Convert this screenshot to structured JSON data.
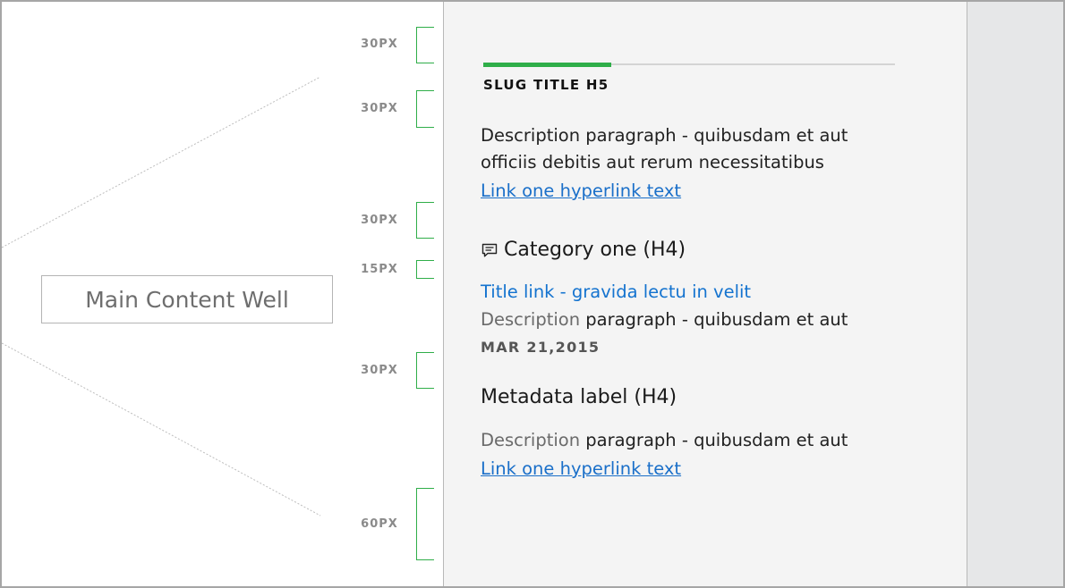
{
  "main_well": {
    "label": "Main Content Well"
  },
  "spacing": [
    "30PX",
    "30PX",
    "30PX",
    "15PX",
    "30PX",
    "60PX"
  ],
  "colors": {
    "accent_green": "#2fae49",
    "link_blue": "#1a6fc9",
    "panel_bg": "#f4f4f4",
    "rail_bg": "#e6e7e8"
  },
  "sidebar": {
    "slug_title": "SLUG TITLE H5",
    "intro": {
      "line1": "Description paragraph - quibusdam et aut",
      "line2": "officiis debitis aut rerum necessitatibus",
      "link": "Link one hyperlink text"
    },
    "category": {
      "icon": "comment-icon",
      "heading": "Category one (H4)",
      "title_link": "Title link - gravida lectu in velit",
      "desc_label": "Description",
      "desc_rest": " paragraph - quibusdam et aut",
      "date": "MAR 21,2015"
    },
    "metadata": {
      "heading": "Metadata label (H4)",
      "desc_label": "Description",
      "desc_rest": " paragraph - quibusdam et aut",
      "link": "Link one hyperlink text"
    }
  }
}
